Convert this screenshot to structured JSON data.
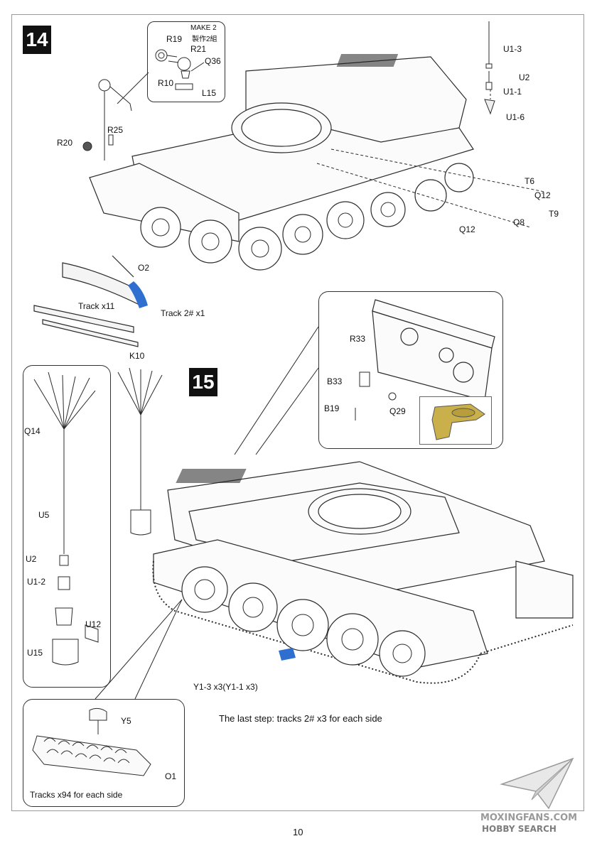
{
  "steps": {
    "s14": "14",
    "s15": "15"
  },
  "make_note": {
    "line1": "MAKE 2",
    "line2": "製作2組"
  },
  "labels14": {
    "r19": "R19",
    "r21": "R21",
    "q36": "Q36",
    "r10": "R10",
    "l15": "L15",
    "r20": "R20",
    "r25": "R25",
    "u1_3": "U1-3",
    "u2": "U2",
    "u1_1": "U1-1",
    "u1_6": "U1-6",
    "t6": "T6",
    "q12a": "Q12",
    "t9": "T9",
    "q8": "Q8",
    "q12b": "Q12",
    "o2": "O2",
    "track_x11": "Track x11",
    "track2_x1": "Track 2# x1",
    "k10": "K10"
  },
  "labels15": {
    "r33": "R33",
    "b33": "B33",
    "b19": "B19",
    "q29": "Q29",
    "q14": "Q14",
    "u5": "U5",
    "u2": "U2",
    "u1_2": "U1-2",
    "u12": "U12",
    "u15": "U15",
    "y5": "Y5",
    "o1": "O1",
    "y1_3": "Y1-3 x3(Y1-1 x3)",
    "last_step": "The last step: tracks 2# x3 for each side",
    "tracks_x94": "Tracks x94 for each side"
  },
  "page_number": "10",
  "watermark": {
    "brand": "MOXINGFANS.COM",
    "search": "HOBBY SEARCH"
  },
  "colors": {
    "highlight_blue": "#2f6fd0",
    "part_tan": "#c9b04a",
    "line": "#2b2b2b"
  }
}
